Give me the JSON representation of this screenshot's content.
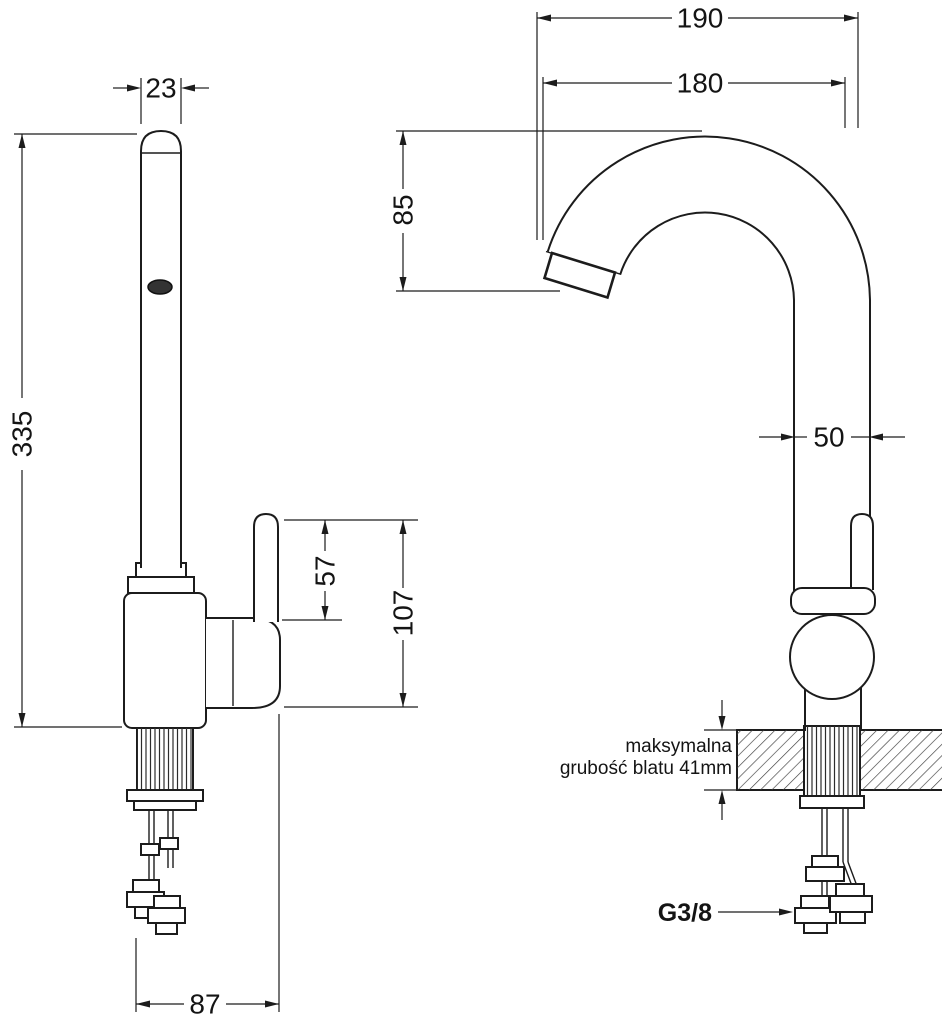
{
  "left_view": {
    "dim_spout_width": "23",
    "dim_total_height": "335",
    "dim_lever_height": "57",
    "dim_handle_height": "107",
    "dim_base_width": "87"
  },
  "right_view": {
    "dim_overall_width": "190",
    "dim_spout_reach": "180",
    "dim_spout_drop": "85",
    "dim_body_diameter": "50",
    "counter_note_line1": "maksymalna",
    "counter_note_line2": "grubość blatu 41mm",
    "thread_size": "G3/8"
  }
}
